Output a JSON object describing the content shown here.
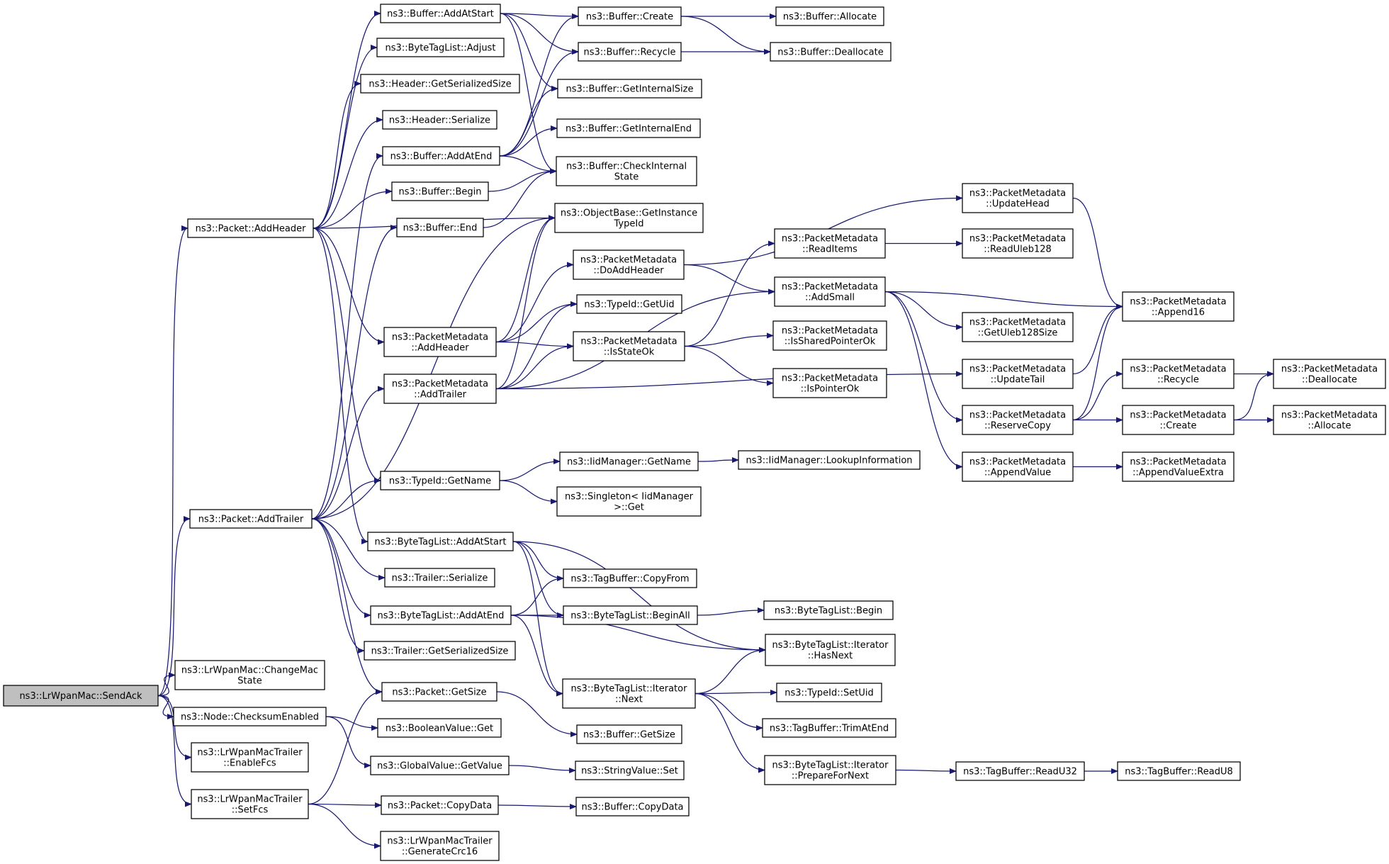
{
  "colors": {
    "edge": "#191970",
    "root_fill": "#bfbfbf",
    "node_fill": "#ffffff",
    "node_border": "#000000"
  },
  "root": "n0",
  "nodes": [
    {
      "id": "n0",
      "lines": [
        "ns3::LrWpanMac::SendAck"
      ]
    },
    {
      "id": "n1",
      "lines": [
        "ns3::Packet::AddHeader"
      ]
    },
    {
      "id": "n2",
      "lines": [
        "ns3::Packet::AddTrailer"
      ]
    },
    {
      "id": "n3",
      "lines": [
        "ns3::LrWpanMac::ChangeMac",
        "State"
      ]
    },
    {
      "id": "n4",
      "lines": [
        "ns3::Node::ChecksumEnabled"
      ]
    },
    {
      "id": "n5",
      "lines": [
        "ns3::LrWpanMacTrailer",
        "::EnableFcs"
      ]
    },
    {
      "id": "n6",
      "lines": [
        "ns3::LrWpanMacTrailer",
        "::SetFcs"
      ]
    },
    {
      "id": "n7",
      "lines": [
        "ns3::Buffer::AddAtStart"
      ]
    },
    {
      "id": "n8",
      "lines": [
        "ns3::ByteTagList::Adjust"
      ]
    },
    {
      "id": "n9",
      "lines": [
        "ns3::Header::GetSerializedSize"
      ]
    },
    {
      "id": "n10",
      "lines": [
        "ns3::Header::Serialize"
      ]
    },
    {
      "id": "n11",
      "lines": [
        "ns3::Buffer::AddAtEnd"
      ]
    },
    {
      "id": "n12",
      "lines": [
        "ns3::Buffer::Begin"
      ]
    },
    {
      "id": "n13",
      "lines": [
        "ns3::Buffer::End"
      ]
    },
    {
      "id": "n14",
      "lines": [
        "ns3::PacketMetadata",
        "::AddHeader"
      ]
    },
    {
      "id": "n15",
      "lines": [
        "ns3::PacketMetadata",
        "::AddTrailer"
      ]
    },
    {
      "id": "n16",
      "lines": [
        "ns3::TypeId::GetName"
      ]
    },
    {
      "id": "n17",
      "lines": [
        "ns3::ByteTagList::AddAtStart"
      ]
    },
    {
      "id": "n18",
      "lines": [
        "ns3::Trailer::Serialize"
      ]
    },
    {
      "id": "n19",
      "lines": [
        "ns3::ByteTagList::AddAtEnd"
      ]
    },
    {
      "id": "n20",
      "lines": [
        "ns3::Trailer::GetSerializedSize"
      ]
    },
    {
      "id": "n21",
      "lines": [
        "ns3::Packet::GetSize"
      ]
    },
    {
      "id": "n22",
      "lines": [
        "ns3::BooleanValue::Get"
      ]
    },
    {
      "id": "n23",
      "lines": [
        "ns3::GlobalValue::GetValue"
      ]
    },
    {
      "id": "n24",
      "lines": [
        "ns3::Packet::CopyData"
      ]
    },
    {
      "id": "n25",
      "lines": [
        "ns3::LrWpanMacTrailer",
        "::GenerateCrc16"
      ]
    },
    {
      "id": "n26",
      "lines": [
        "ns3::Buffer::Create"
      ]
    },
    {
      "id": "n27",
      "lines": [
        "ns3::Buffer::Recycle"
      ]
    },
    {
      "id": "n28",
      "lines": [
        "ns3::Buffer::GetInternalSize"
      ]
    },
    {
      "id": "n29",
      "lines": [
        "ns3::Buffer::GetInternalEnd"
      ]
    },
    {
      "id": "n30",
      "lines": [
        "ns3::Buffer::CheckInternal",
        "State"
      ]
    },
    {
      "id": "n31",
      "lines": [
        "ns3::ObjectBase::GetInstance",
        "TypeId"
      ]
    },
    {
      "id": "n32",
      "lines": [
        "ns3::PacketMetadata",
        "::DoAddHeader"
      ]
    },
    {
      "id": "n33",
      "lines": [
        "ns3::TypeId::GetUid"
      ]
    },
    {
      "id": "n34",
      "lines": [
        "ns3::PacketMetadata",
        "::IsStateOk"
      ]
    },
    {
      "id": "n35",
      "lines": [
        "ns3::IidManager::GetName"
      ]
    },
    {
      "id": "n36",
      "lines": [
        "ns3::Singleton< IidManager",
        ">::Get"
      ]
    },
    {
      "id": "n37",
      "lines": [
        "ns3::TagBuffer::CopyFrom"
      ]
    },
    {
      "id": "n38",
      "lines": [
        "ns3::ByteTagList::BeginAll"
      ]
    },
    {
      "id": "n39",
      "lines": [
        "ns3::ByteTagList::Iterator",
        "::Next"
      ]
    },
    {
      "id": "n40",
      "lines": [
        "ns3::Buffer::GetSize"
      ]
    },
    {
      "id": "n41",
      "lines": [
        "ns3::StringValue::Set"
      ]
    },
    {
      "id": "n42",
      "lines": [
        "ns3::Buffer::CopyData"
      ]
    },
    {
      "id": "n43",
      "lines": [
        "ns3::Buffer::Allocate"
      ]
    },
    {
      "id": "n44",
      "lines": [
        "ns3::Buffer::Deallocate"
      ]
    },
    {
      "id": "n45",
      "lines": [
        "ns3::PacketMetadata",
        "::ReadItems"
      ]
    },
    {
      "id": "n46",
      "lines": [
        "ns3::PacketMetadata",
        "::AddSmall"
      ]
    },
    {
      "id": "n47",
      "lines": [
        "ns3::PacketMetadata",
        "::IsSharedPointerOk"
      ]
    },
    {
      "id": "n48",
      "lines": [
        "ns3::PacketMetadata",
        "::IsPointerOk"
      ]
    },
    {
      "id": "n49",
      "lines": [
        "ns3::IidManager::LookupInformation"
      ]
    },
    {
      "id": "n50",
      "lines": [
        "ns3::ByteTagList::Begin"
      ]
    },
    {
      "id": "n51",
      "lines": [
        "ns3::ByteTagList::Iterator",
        "::HasNext"
      ]
    },
    {
      "id": "n52",
      "lines": [
        "ns3::TypeId::SetUid"
      ]
    },
    {
      "id": "n53",
      "lines": [
        "ns3::TagBuffer::TrimAtEnd"
      ]
    },
    {
      "id": "n54",
      "lines": [
        "ns3::ByteTagList::Iterator",
        "::PrepareForNext"
      ]
    },
    {
      "id": "n55",
      "lines": [
        "ns3::PacketMetadata",
        "::UpdateHead"
      ]
    },
    {
      "id": "n56",
      "lines": [
        "ns3::PacketMetadata",
        "::ReadUleb128"
      ]
    },
    {
      "id": "n57",
      "lines": [
        "ns3::PacketMetadata",
        "::GetUleb128Size"
      ]
    },
    {
      "id": "n58",
      "lines": [
        "ns3::PacketMetadata",
        "::UpdateTail"
      ]
    },
    {
      "id": "n59",
      "lines": [
        "ns3::PacketMetadata",
        "::ReserveCopy"
      ]
    },
    {
      "id": "n60",
      "lines": [
        "ns3::PacketMetadata",
        "::AppendValue"
      ]
    },
    {
      "id": "n61",
      "lines": [
        "ns3::TagBuffer::ReadU32"
      ]
    },
    {
      "id": "n62",
      "lines": [
        "ns3::PacketMetadata",
        "::Append16"
      ]
    },
    {
      "id": "n63",
      "lines": [
        "ns3::PacketMetadata",
        "::Recycle"
      ]
    },
    {
      "id": "n64",
      "lines": [
        "ns3::PacketMetadata",
        "::Create"
      ]
    },
    {
      "id": "n65",
      "lines": [
        "ns3::PacketMetadata",
        "::AppendValueExtra"
      ]
    },
    {
      "id": "n66",
      "lines": [
        "ns3::TagBuffer::ReadU8"
      ]
    },
    {
      "id": "n67",
      "lines": [
        "ns3::PacketMetadata",
        "::Deallocate"
      ]
    },
    {
      "id": "n68",
      "lines": [
        "ns3::PacketMetadata",
        "::Allocate"
      ]
    }
  ],
  "edges": [
    [
      "n0",
      "n1"
    ],
    [
      "n0",
      "n2"
    ],
    [
      "n0",
      "n3"
    ],
    [
      "n0",
      "n4"
    ],
    [
      "n0",
      "n5"
    ],
    [
      "n0",
      "n6"
    ],
    [
      "n1",
      "n7"
    ],
    [
      "n1",
      "n8"
    ],
    [
      "n1",
      "n9"
    ],
    [
      "n1",
      "n10"
    ],
    [
      "n1",
      "n12"
    ],
    [
      "n1",
      "n31"
    ],
    [
      "n1",
      "n14"
    ],
    [
      "n1",
      "n16"
    ],
    [
      "n1",
      "n17"
    ],
    [
      "n2",
      "n11"
    ],
    [
      "n2",
      "n13"
    ],
    [
      "n2",
      "n31"
    ],
    [
      "n2",
      "n15"
    ],
    [
      "n2",
      "n16"
    ],
    [
      "n2",
      "n18"
    ],
    [
      "n2",
      "n19"
    ],
    [
      "n2",
      "n20"
    ],
    [
      "n2",
      "n21"
    ],
    [
      "n4",
      "n22"
    ],
    [
      "n4",
      "n23"
    ],
    [
      "n6",
      "n21"
    ],
    [
      "n6",
      "n24"
    ],
    [
      "n6",
      "n25"
    ],
    [
      "n7",
      "n26"
    ],
    [
      "n7",
      "n27"
    ],
    [
      "n7",
      "n28"
    ],
    [
      "n7",
      "n30"
    ],
    [
      "n11",
      "n26"
    ],
    [
      "n11",
      "n27"
    ],
    [
      "n11",
      "n28"
    ],
    [
      "n11",
      "n29"
    ],
    [
      "n11",
      "n30"
    ],
    [
      "n12",
      "n30"
    ],
    [
      "n13",
      "n30"
    ],
    [
      "n14",
      "n31"
    ],
    [
      "n14",
      "n32"
    ],
    [
      "n14",
      "n33"
    ],
    [
      "n14",
      "n34"
    ],
    [
      "n15",
      "n31"
    ],
    [
      "n15",
      "n33"
    ],
    [
      "n15",
      "n34"
    ],
    [
      "n15",
      "n46"
    ],
    [
      "n15",
      "n58"
    ],
    [
      "n16",
      "n35"
    ],
    [
      "n16",
      "n36"
    ],
    [
      "n17",
      "n37"
    ],
    [
      "n17",
      "n38"
    ],
    [
      "n17",
      "n39"
    ],
    [
      "n17",
      "n51"
    ],
    [
      "n19",
      "n37"
    ],
    [
      "n19",
      "n38"
    ],
    [
      "n19",
      "n39"
    ],
    [
      "n19",
      "n51"
    ],
    [
      "n21",
      "n40"
    ],
    [
      "n23",
      "n41"
    ],
    [
      "n24",
      "n42"
    ],
    [
      "n26",
      "n43"
    ],
    [
      "n26",
      "n44"
    ],
    [
      "n27",
      "n44"
    ],
    [
      "n32",
      "n55"
    ],
    [
      "n32",
      "n46"
    ],
    [
      "n34",
      "n45"
    ],
    [
      "n34",
      "n47"
    ],
    [
      "n34",
      "n48"
    ],
    [
      "n35",
      "n49"
    ],
    [
      "n38",
      "n50"
    ],
    [
      "n39",
      "n51"
    ],
    [
      "n39",
      "n52"
    ],
    [
      "n39",
      "n53"
    ],
    [
      "n39",
      "n54"
    ],
    [
      "n45",
      "n56"
    ],
    [
      "n46",
      "n62"
    ],
    [
      "n46",
      "n57"
    ],
    [
      "n46",
      "n59"
    ],
    [
      "n46",
      "n60"
    ],
    [
      "n54",
      "n61"
    ],
    [
      "n55",
      "n62"
    ],
    [
      "n58",
      "n62"
    ],
    [
      "n59",
      "n62"
    ],
    [
      "n59",
      "n63"
    ],
    [
      "n59",
      "n64"
    ],
    [
      "n60",
      "n65"
    ],
    [
      "n61",
      "n66"
    ],
    [
      "n63",
      "n67"
    ],
    [
      "n64",
      "n67"
    ],
    [
      "n64",
      "n68"
    ]
  ]
}
